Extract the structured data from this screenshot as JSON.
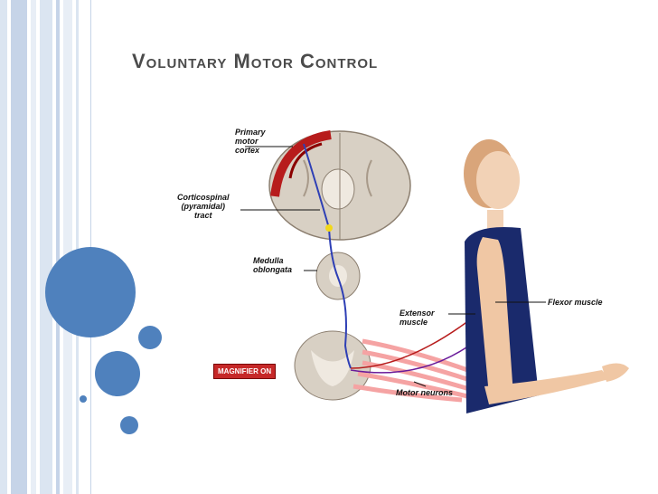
{
  "slide": {
    "title": "Voluntary Motor Control",
    "accent_color": "#4f81bd",
    "stripe_colors": [
      "#dbe5f1",
      "#c6d4e8",
      "#e8eef6"
    ]
  },
  "diagram": {
    "labels": {
      "primary_motor_cortex": "Primary\nmotor\ncortex",
      "corticospinal_tract": "Corticospinal\n(pyramidal)\ntract",
      "medulla_oblongata": "Medulla\noblongata",
      "extensor_muscle": "Extensor\nmuscle",
      "flexor_muscle": "Flexor muscle",
      "motor_neurons": "Motor neurons"
    },
    "magnifier_badge": "MAGNIFIER ON"
  }
}
